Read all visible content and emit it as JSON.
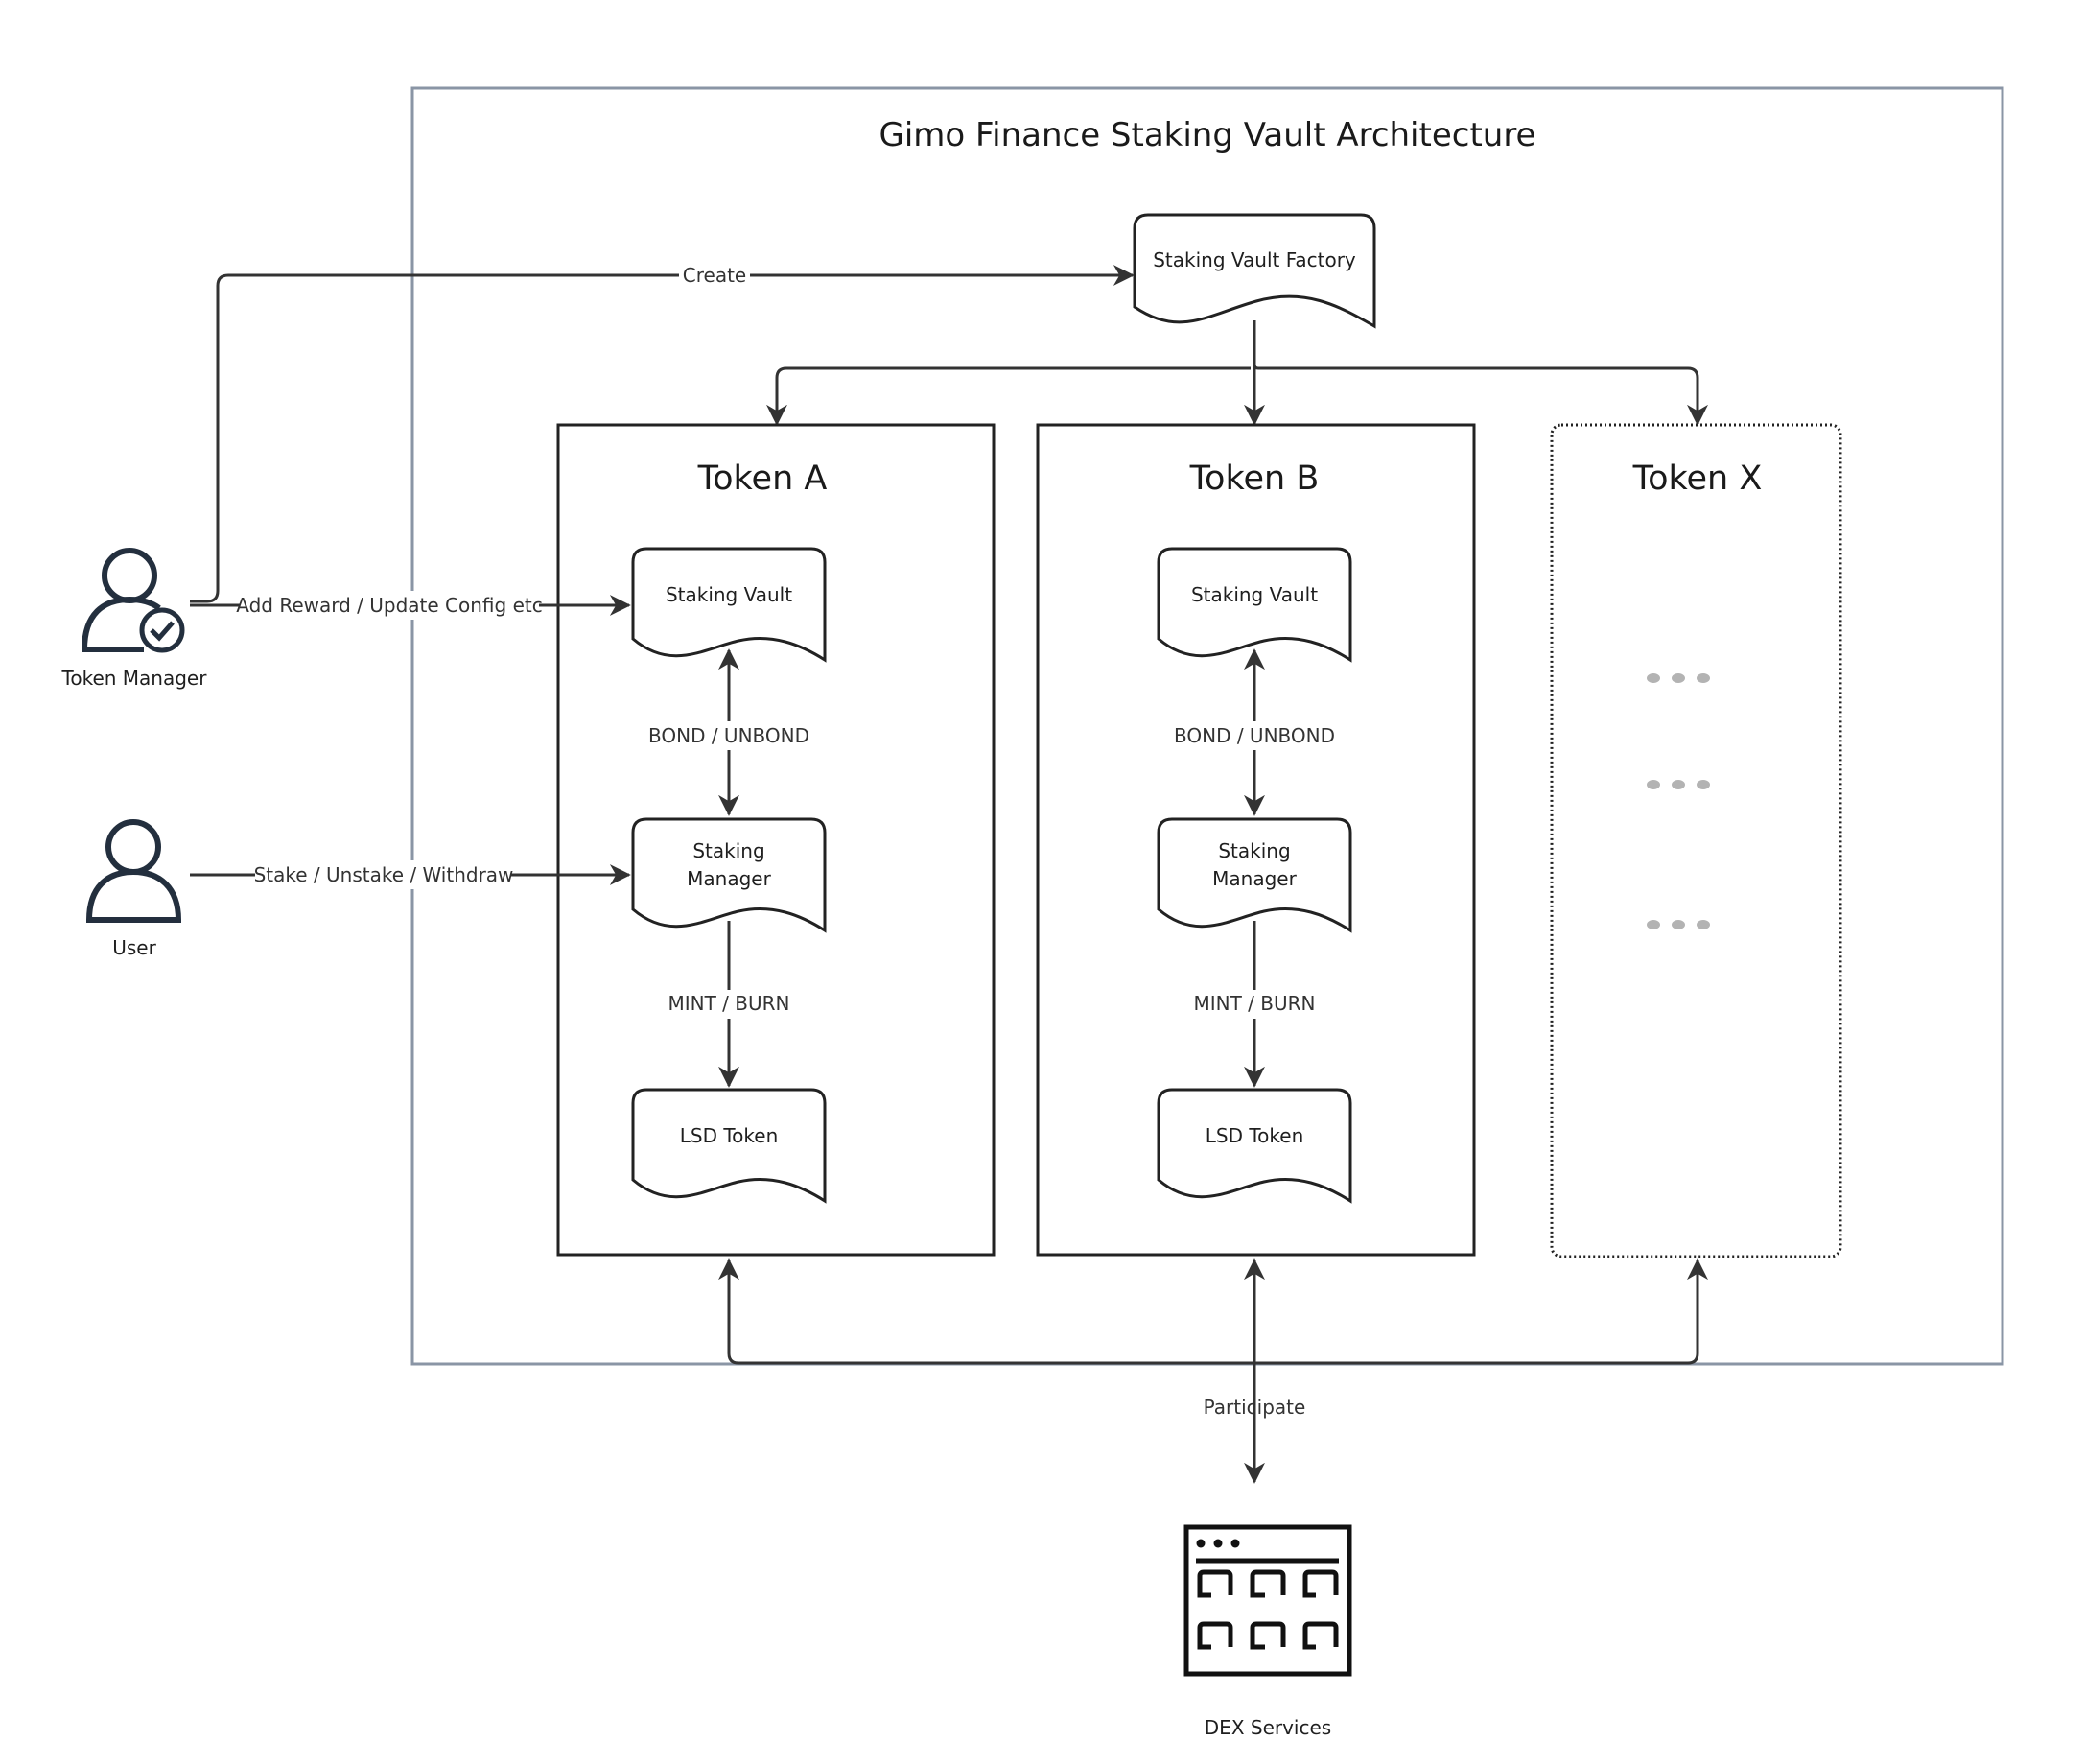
{
  "title": "Gimo Finance Staking Vault Architecture",
  "colors": {
    "frame": "#8a95a5",
    "stroke": "#222222",
    "connector": "#333333",
    "actor": "#232f3e",
    "placeholder_dots": "#b3b3b3"
  },
  "actors": {
    "token_manager": {
      "label": "Token Manager",
      "icon": "user-check-icon"
    },
    "user": {
      "label": "User",
      "icon": "user-icon"
    }
  },
  "factory": {
    "label": "Staking Vault Factory"
  },
  "containers": [
    {
      "title": "Token A",
      "nodes": {
        "vault": "Staking Vault",
        "manager_line1": "Staking",
        "manager_line2": "Manager",
        "lsd": "LSD Token"
      },
      "edges": {
        "vault_manager": "BOND / UNBOND",
        "manager_lsd": "MINT / BURN"
      }
    },
    {
      "title": "Token B",
      "nodes": {
        "vault": "Staking Vault",
        "manager_line1": "Staking",
        "manager_line2": "Manager",
        "lsd": "LSD Token"
      },
      "edges": {
        "vault_manager": "BOND / UNBOND",
        "manager_lsd": "MINT / BURN"
      }
    },
    {
      "title": "Token X",
      "placeholder": "ellipsis-rows"
    }
  ],
  "edges": {
    "create": "Create",
    "manager_action": "Add Reward / Update Config etc",
    "user_action": "Stake / Unstake / Withdraw",
    "participate": "Participate"
  },
  "dex": {
    "label": "DEX Services",
    "icon": "app-window-grid-icon"
  }
}
